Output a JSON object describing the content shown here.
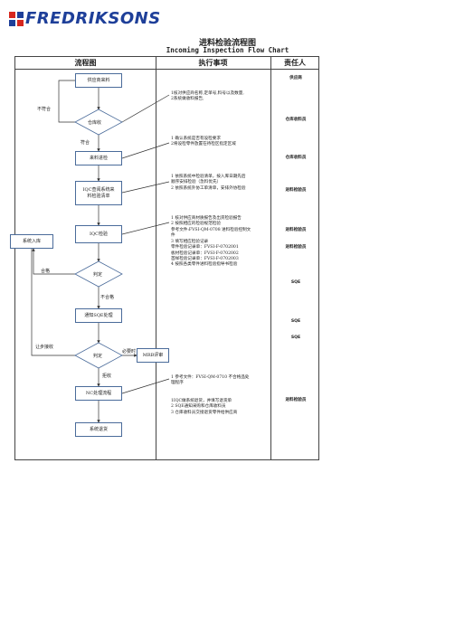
{
  "brand": {
    "name": "FREDRIKSONS",
    "color": "#1e3f99"
  },
  "title": {
    "cn": "进料检验流程图",
    "en": "Incoming Inspection Flow Chart"
  },
  "headers": {
    "flow": "流程图",
    "action": "执行事项",
    "owner": "责任人"
  },
  "flow": {
    "supplier": "供应商来料",
    "warehouse_check": "仓库收",
    "incoming": "来料进检",
    "iqc_list_line1": "IQC查阅系统来",
    "iqc_list_line2": "料检验清单",
    "iqc_inspect": "IQC检验",
    "system_entry": "系统入库",
    "judge1": "判定",
    "notify_sqe": "通知SQE处理",
    "judge2": "判定",
    "mrb": "MRB评审",
    "nc": "NC处理流程",
    "return": "系统退货"
  },
  "flow_labels": {
    "nonconform": "不符合",
    "conform": "符合",
    "pass": "合格",
    "fail": "不合格",
    "concession": "让步接收",
    "mrb_needed": "必要时",
    "reject": "拒收"
  },
  "notes": {
    "n1": [
      "1核对供应商名称,定单号,料号以及数量,",
      "2系统做收料报告,"
    ],
    "n2": [
      "1 确认系统是否有设检要求",
      "2将设检零件放置在待检区指定区域"
    ],
    "n3": [
      "1 依照系统中检验清单，按入库日期先后",
      "顺序安排检验（急料优先）",
      "2 依照系统外协工单清单，安排外协检验"
    ],
    "n4": [
      "1 核对供应商材质报告及出货检验报告",
      "2 按照相应的检验规范检验",
      "参考文件:FVSI-QM-0708 进料检验控制文",
      "件",
      "3 填写相应检验记录",
      "零件检验记录单：FVSI-F-0702001",
      "板材检验记录单：FVSI-F-0702002",
      "首样检验记录单：FVSI-F-0702003",
      "4 按照各类零件进料检验指导书检验"
    ],
    "n5": [
      "1 参考文件：FVSI-QM-0710 不合格品处",
      "理程序"
    ],
    "n6": [
      "1IQC做系统退货，并填写退货单",
      "2 SQE通知采购和仓库收料员",
      "3 仓库收料员交接退货零件给供应商"
    ]
  },
  "owners": {
    "r1": "供应商",
    "r2": "仓库收料员",
    "r3": "仓库收料员",
    "r4": "进料检验员",
    "r5": "进料检验员",
    "r6": "进料检验员",
    "r7": "SQE",
    "r8": "SQE",
    "r9": "SQE",
    "r10": "进料检验员"
  }
}
